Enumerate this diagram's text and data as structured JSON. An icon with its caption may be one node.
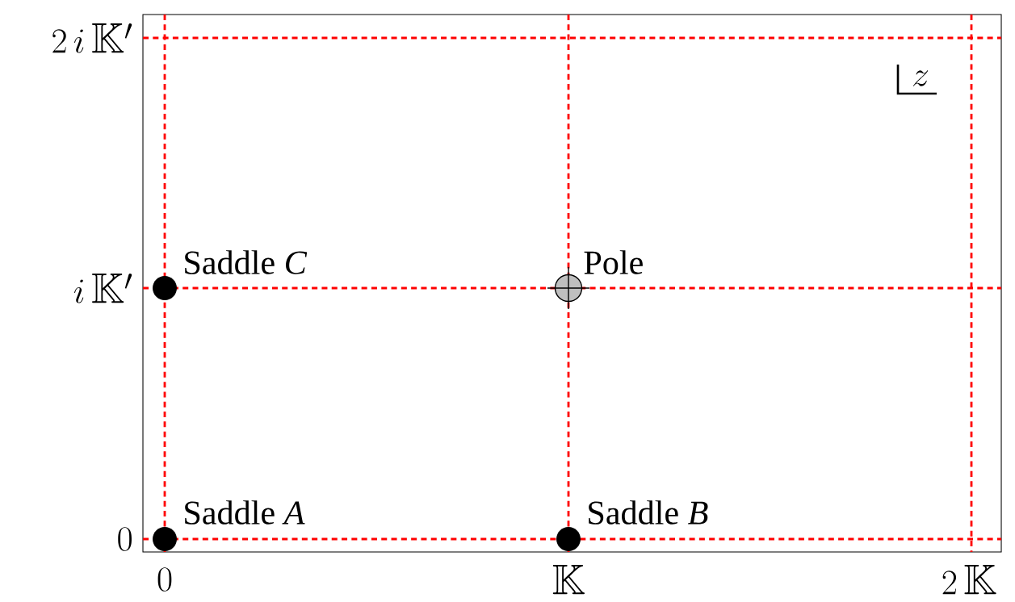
{
  "diagram": {
    "nodes": [
      {
        "text": [],
        "shape": "circle",
        "beside": [
          "Saddle *C*"
        ]
      },
      {
        "text": [],
        "shape": "circle",
        "beside": [
          "Pole"
        ]
      },
      {
        "text": [],
        "shape": "circle",
        "beside": [
          "Saddle *A*"
        ]
      },
      {
        "text": [],
        "shape": "circle",
        "beside": [
          "Saddle *B*"
        ]
      }
    ],
    "labels": [
      "2\\,i\\,\\mathbb{K}'",
      "z",
      "i\\,\\mathbb{K}'",
      "0",
      "0",
      "\\mathbb{K}",
      "2\\,\\mathbb{K}"
    ]
  }
}
